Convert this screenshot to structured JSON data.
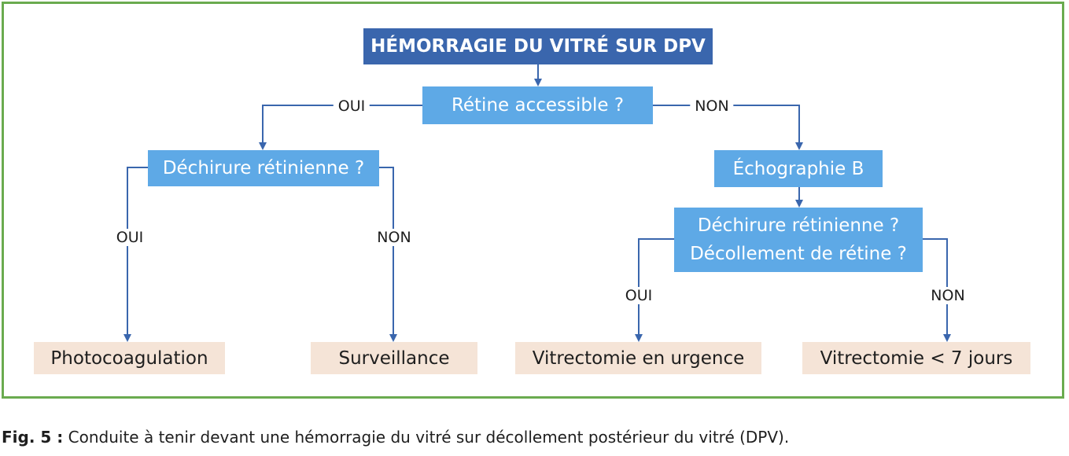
{
  "diagram": {
    "title": "HÉMORRAGIE DU VITRÉ SUR DPV",
    "q_retine": "Rétine accessible ?",
    "q_dechirure_left": "Déchirure rétinienne ?",
    "echographie": "Échographie B",
    "q_right_line1": "Déchirure rétinienne ?",
    "q_right_line2": "Décollement de rétine ?",
    "label_oui": "OUI",
    "label_non": "NON",
    "r_photocoagulation": "Photocoagulation",
    "r_surveillance": "Surveillance",
    "r_vitrectomie_urgence": "Vitrectomie en urgence",
    "r_vitrectomie_7j": "Vitrectomie < 7 jours"
  },
  "caption": {
    "fig": "Fig. 5 :",
    "text": "Conduite à tenir devant une hémorragie du vitré sur décollement postérieur du vitré (DPV)."
  },
  "colors": {
    "frame": "#6aab4f",
    "title_box": "#3a66ad",
    "question_box": "#5ea9e6",
    "result_box": "#f5e4d7",
    "connector": "#3a66ad"
  }
}
